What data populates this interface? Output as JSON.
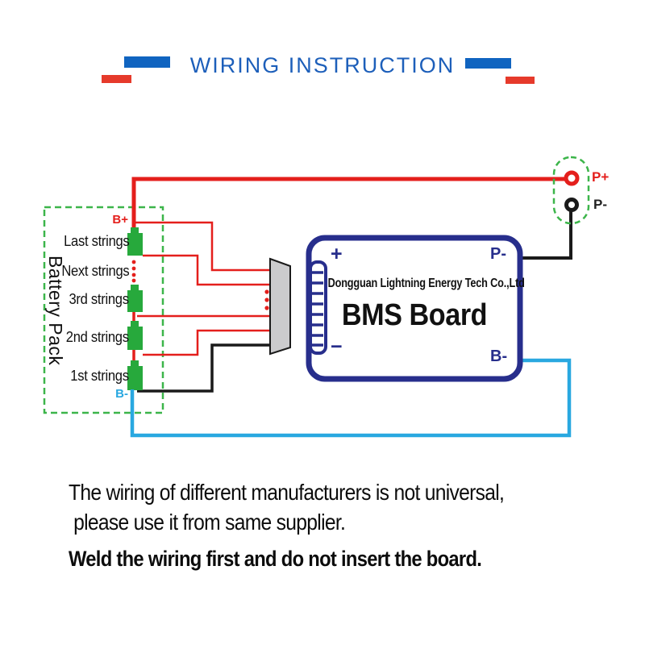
{
  "colors": {
    "title-blue": "#1d5fba",
    "bar-blue": "#1064c0",
    "bar-red": "#e63a2b",
    "wire-red": "#e41f1c",
    "wire-black": "#1a1a1a",
    "wire-blue": "#29a8e0",
    "cell-green": "#27a93c",
    "dash-green": "#3cb54a",
    "navy": "#272e8c",
    "connector-gray": "#cbcbcd"
  },
  "header": {
    "title": "WIRING INSTRUCTION"
  },
  "battery": {
    "label": "Battery Pack",
    "b_plus": "B+",
    "b_minus": "B-",
    "strings": [
      "Last strings",
      "Next strings",
      "3rd strings",
      "2nd strings",
      "1st strings"
    ]
  },
  "board": {
    "company": "Dongguan Lightning Energy Tech Co.,Ltd",
    "name": "BMS Board",
    "plus": "+",
    "minus": "−",
    "p_minus_pad": "P-",
    "b_minus_pad": "B-"
  },
  "terminals": {
    "p_plus": "P+",
    "p_minus": "P-"
  },
  "notes": {
    "line1": "The wiring of different manufacturers is not universal,",
    "line2": "please use it from same supplier.",
    "warning": "Weld the wiring first and do not insert the board."
  }
}
